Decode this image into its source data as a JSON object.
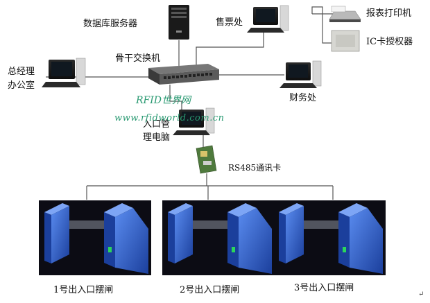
{
  "nodes": {
    "db_server": "数据库服务器",
    "ticket_office": "售票处",
    "report_printer": "报表打印机",
    "ic_authorizer": "IC卡授权器",
    "backbone_switch": "骨干交换机",
    "gm_office_line1": "总经理",
    "gm_office_line2": "办公室",
    "finance": "财务处",
    "entry_pc_line1": "入口管",
    "entry_pc_line2": "理电脑",
    "rs485": "RS485通讯卡",
    "gate1": "1号出入口摆闸",
    "gate2": "2号出入口摆闸",
    "gate3": "3号出入口摆闸"
  },
  "watermark": {
    "line1": "RFID世界网",
    "line2": "www.rfidworld.com.cn"
  },
  "colors": {
    "line": "#555555",
    "gate_blue": "#2f5fd0",
    "gate_bg": "#0c0c14",
    "watermark": "#2a9a72"
  }
}
